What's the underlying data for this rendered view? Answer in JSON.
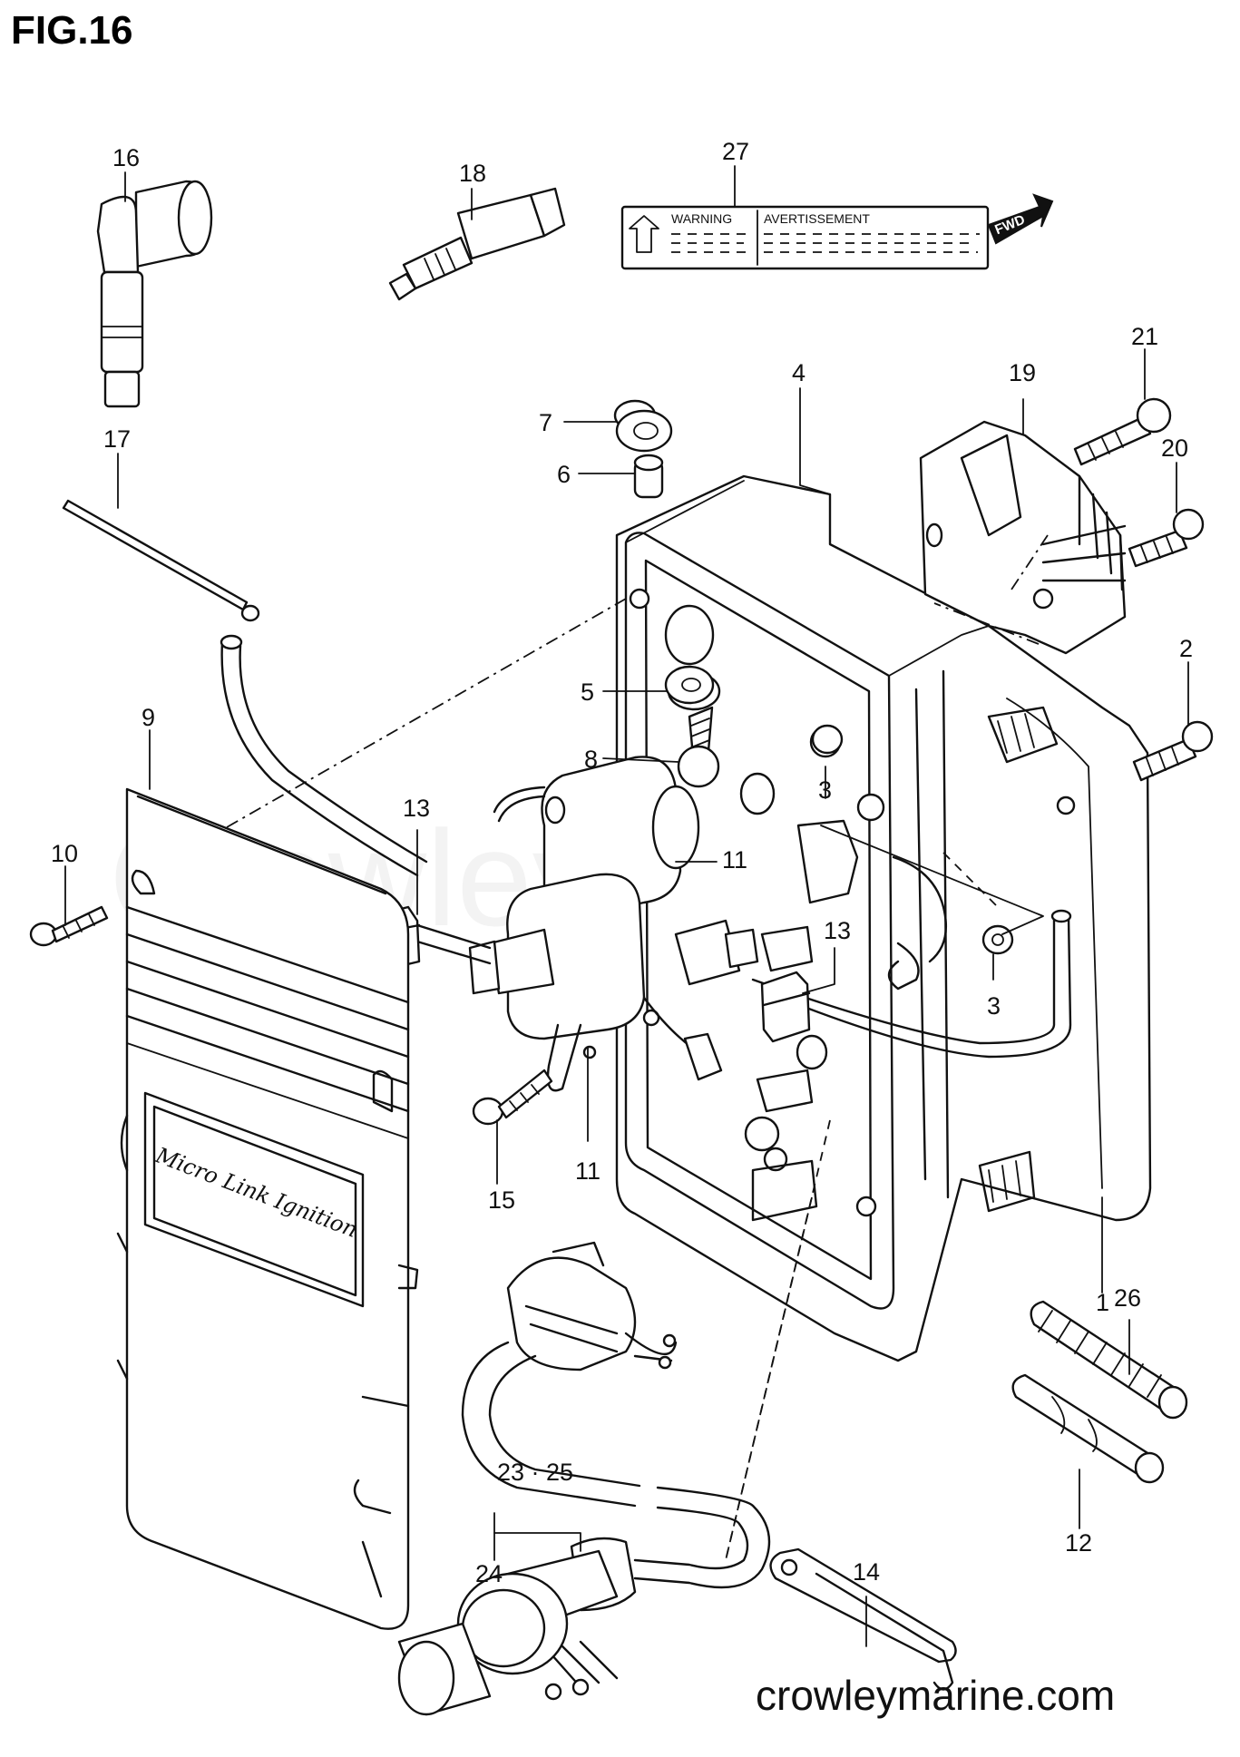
{
  "figure_title": "FIG.16",
  "watermark": "Crowley Marine",
  "site_url": "crowleymarine.com",
  "fwd_label": "FWD",
  "housing_label": "Micro Link Ignition",
  "decal": {
    "left_heading": "WARNING",
    "right_heading": "AVERTISSEMENT"
  },
  "callouts": {
    "c1": "1",
    "c2": "2",
    "c3a": "3",
    "c3b": "3",
    "c4": "4",
    "c5": "5",
    "c6": "6",
    "c7": "7",
    "c8": "8",
    "c9": "9",
    "c10": "10",
    "c11a": "11",
    "c11b": "11",
    "c12": "12",
    "c13a": "13",
    "c13b": "13",
    "c14": "14",
    "c15": "15",
    "c16": "16",
    "c17": "17",
    "c18": "18",
    "c19": "19",
    "c20": "20",
    "c21": "21",
    "c23_25": "23 · 25",
    "c24": "24",
    "c26": "26",
    "c27": "27"
  }
}
